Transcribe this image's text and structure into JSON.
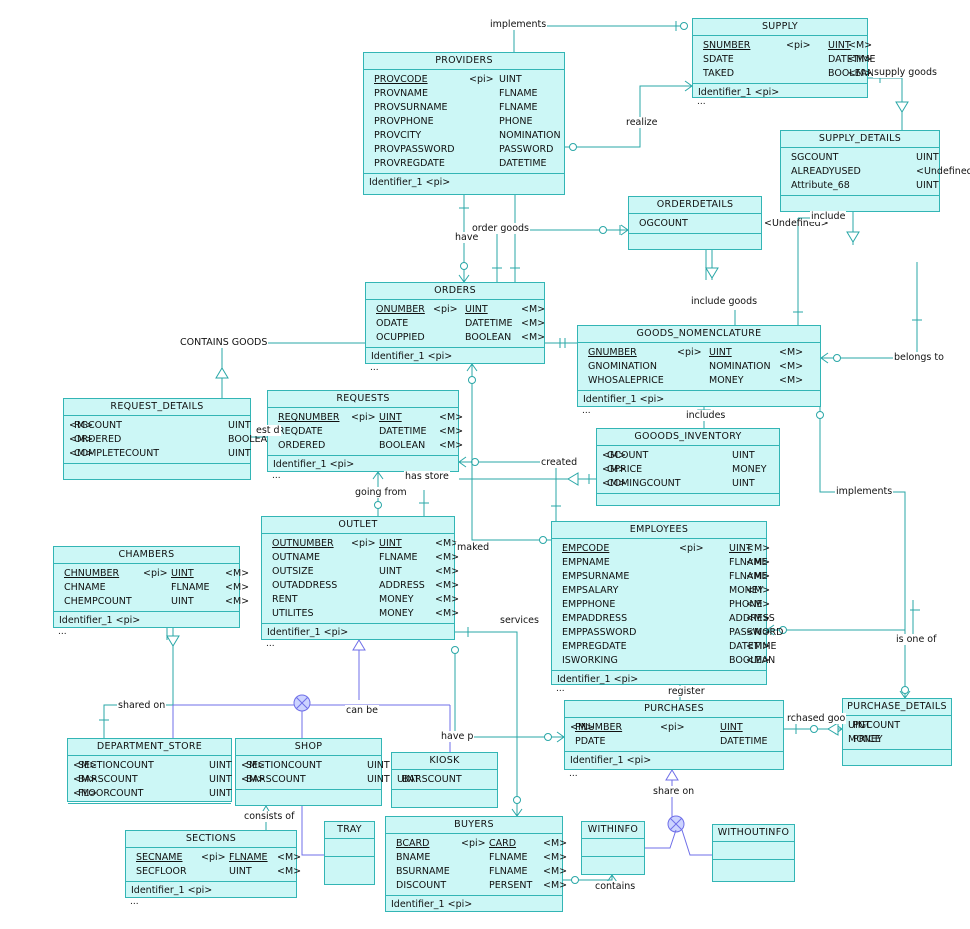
{
  "colors": {
    "entity_fill": "#ccf7f6",
    "entity_border": "#33b5b5",
    "line": "#2aa7a7",
    "inherit": "#6f6fe8"
  },
  "entities": {
    "supply": {
      "title": "SUPPLY",
      "rows": [
        [
          "SNUMBER",
          "<pi>",
          "UINT",
          "<M>"
        ],
        [
          "SDATE",
          "",
          "DATETIME",
          "<M>"
        ],
        [
          "TAKED",
          "",
          "BOOLEAN",
          "<M>"
        ]
      ],
      "identifier": "Identifier_1   <pi>",
      "more": "..."
    },
    "providers": {
      "title": "PROVIDERS",
      "rows": [
        [
          "PROVCODE",
          "<pi>",
          "UINT",
          ""
        ],
        [
          "PROVNAME",
          "",
          "FLNAME",
          ""
        ],
        [
          "PROVSURNAME",
          "",
          "FLNAME",
          ""
        ],
        [
          "PROVPHONE",
          "",
          "PHONE",
          ""
        ],
        [
          "PROVCITY",
          "",
          "NOMINATION",
          ""
        ],
        [
          "PROVPASSWORD",
          "",
          "PASSWORD",
          ""
        ],
        [
          "PROVREGDATE",
          "",
          "DATETIME",
          ""
        ]
      ],
      "identifier": "Identifier_1   <pi>"
    },
    "supply_details": {
      "title": "SUPPLY_DETAILS",
      "rows": [
        [
          "SGCOUNT",
          "",
          "UINT",
          ""
        ],
        [
          "ALREADYUSED",
          "",
          "<Undefined>",
          ""
        ],
        [
          "Attribute_68",
          "",
          "UINT",
          ""
        ]
      ]
    },
    "orderdetails": {
      "title": "ORDERDETAILS",
      "rows": [
        [
          "OGCOUNT",
          "",
          "<Undefined>",
          ""
        ]
      ]
    },
    "orders": {
      "title": "ORDERS",
      "rows": [
        [
          "ONUMBER",
          "<pi>",
          "UINT",
          "<M>"
        ],
        [
          "ODATE",
          "",
          "DATETIME",
          "<M>"
        ],
        [
          "OCUPPIED",
          "",
          "BOOLEAN",
          "<M>"
        ]
      ],
      "identifier": "Identifier_1   <pi>",
      "more": "..."
    },
    "goods_nomenclature": {
      "title": "GOODS_NOMENCLATURE",
      "rows": [
        [
          "GNUMBER",
          "<pi>",
          "UINT",
          "<M>"
        ],
        [
          "GNOMINATION",
          "",
          "NOMINATION",
          "<M>"
        ],
        [
          "WHOSALEPRICE",
          "",
          "MONEY",
          "<M>"
        ]
      ],
      "identifier": "Identifier_1   <pi>",
      "more": "..."
    },
    "request_details": {
      "title": "REQUEST_DETAILS",
      "rows": [
        [
          "RGCOUNT",
          "",
          "UINT",
          "<M>"
        ],
        [
          "ORDERED",
          "",
          "BOOLEAN",
          "<M>"
        ],
        [
          "COMPLETECOUNT",
          "",
          "UINT",
          "<M>"
        ]
      ]
    },
    "requests": {
      "title": "REQUESTS",
      "rows": [
        [
          "REQNUMBER",
          "<pi>",
          "UINT",
          "<M>"
        ],
        [
          "REQDATE",
          "",
          "DATETIME",
          "<M>"
        ],
        [
          "ORDERED",
          "",
          "BOOLEAN",
          "<M>"
        ]
      ],
      "identifier": "Identifier_1   <pi>",
      "more": "..."
    },
    "gooods_inventory": {
      "title": "GOOODS_INVENTORY",
      "rows": [
        [
          "GCOUNT",
          "",
          "UINT",
          "<M>"
        ],
        [
          "GPRICE",
          "",
          "MONEY",
          "<M>"
        ],
        [
          "COMINGCOUNT",
          "",
          "UINT",
          "<M>"
        ]
      ]
    },
    "chambers": {
      "title": "CHAMBERS",
      "rows": [
        [
          "CHNUMBER",
          "<pi>",
          "UINT",
          "<M>"
        ],
        [
          "CHNAME",
          "",
          "FLNAME",
          "<M>"
        ],
        [
          "CHEMPCOUNT",
          "",
          "UINT",
          "<M>"
        ]
      ],
      "identifier": "Identifier_1   <pi>",
      "more": "..."
    },
    "outlet": {
      "title": "OUTLET",
      "rows": [
        [
          "OUTNUMBER",
          "<pi>",
          "UINT",
          "<M>"
        ],
        [
          "OUTNAME",
          "",
          "FLNAME",
          "<M>"
        ],
        [
          "OUTSIZE",
          "",
          "UINT",
          "<M>"
        ],
        [
          "OUTADDRESS",
          "",
          "ADDRESS",
          "<M>"
        ],
        [
          "RENT",
          "",
          "MONEY",
          "<M>"
        ],
        [
          "UTILITES",
          "",
          "MONEY",
          "<M>"
        ]
      ],
      "identifier": "Identifier_1   <pi>",
      "more": "..."
    },
    "employees": {
      "title": "EMPLOYEES",
      "rows": [
        [
          "EMPCODE",
          "<pi>",
          "UINT",
          "<M>"
        ],
        [
          "EMPNAME",
          "",
          "FLNAME",
          "<M>"
        ],
        [
          "EMPSURNAME",
          "",
          "FLNAME",
          "<M>"
        ],
        [
          "EMPSALARY",
          "",
          "MONEY",
          "<M>"
        ],
        [
          "EMPPHONE",
          "",
          "PHONE",
          "<M>"
        ],
        [
          "EMPADDRESS",
          "",
          "ADDRESS",
          "<M>"
        ],
        [
          "EMPPASSWORD",
          "",
          "PASSWORD",
          "<M>"
        ],
        [
          "EMPREGDATE",
          "",
          "DATETIME",
          "<M>"
        ],
        [
          "ISWORKING",
          "",
          "BOOLEAN",
          "<M>"
        ]
      ],
      "identifier": "Identifier_1   <pi>",
      "more": "..."
    },
    "department_store": {
      "title": "DEPARTMENT_STORE",
      "rows": [
        [
          "SECTIONCOUNT",
          "",
          "UINT",
          "<M>"
        ],
        [
          "BARSCOUNT",
          "",
          "UINT",
          "<M>"
        ],
        [
          "FLOORCOUNT",
          "",
          "UINT",
          "<M>"
        ]
      ]
    },
    "shop": {
      "title": "SHOP",
      "rows": [
        [
          "SECTIONCOUNT",
          "",
          "UINT",
          "<M>"
        ],
        [
          "BARSCOUNT",
          "",
          "UINT",
          "<M>"
        ]
      ]
    },
    "kiosk": {
      "title": "KIOSK",
      "rows": [
        [
          "BARSCOUNT",
          "",
          "UINT",
          ""
        ]
      ]
    },
    "purchases": {
      "title": "PURCHASES",
      "rows": [
        [
          "PNUMBER",
          "<pi>",
          "UINT",
          "<M>"
        ],
        [
          "PDATE",
          "",
          "DATETIME",
          ""
        ]
      ],
      "identifier": "Identifier_1   <pi>",
      "more": "..."
    },
    "purchase_details": {
      "title": "PURCHASE_DETAILS",
      "rows": [
        [
          "PGCOUNT",
          "",
          "UINT",
          ""
        ],
        [
          "PRICE",
          "",
          "MONEY",
          ""
        ]
      ]
    },
    "sections": {
      "title": "SECTIONS",
      "rows": [
        [
          "SECNAME",
          "<pi>",
          "FLNAME",
          "<M>"
        ],
        [
          "SECFLOOR",
          "",
          "UINT",
          "<M>"
        ]
      ],
      "identifier": "Identifier_1   <pi>",
      "more": "..."
    },
    "tray": {
      "title": "TRAY",
      "rows": []
    },
    "buyers": {
      "title": "BUYERS",
      "rows": [
        [
          "BCARD",
          "<pi>",
          "CARD",
          "<M>"
        ],
        [
          "BNAME",
          "",
          "FLNAME",
          "<M>"
        ],
        [
          "BSURNAME",
          "",
          "FLNAME",
          "<M>"
        ],
        [
          "DISCOUNT",
          "",
          "PERSENT",
          "<M>"
        ]
      ],
      "identifier": "Identifier_1   <pi>"
    },
    "withinfo": {
      "title": "WITHINFO",
      "rows": []
    },
    "withoutinfo": {
      "title": "WITHOUTINFO",
      "rows": []
    }
  },
  "relationship_labels": {
    "implements_top": "implements",
    "supply_goods": "supply goods",
    "realize": "realize",
    "include": "include",
    "order_goods": "order goods",
    "have": "have",
    "include_goods": "include goods",
    "contains_goods": "CONTAINS GOODS",
    "belongs_to": "belongs to",
    "includes": "includes",
    "request_stub": "est d",
    "created": "created",
    "has_store": "has store",
    "going_from": "going from",
    "implements_mid": "implements",
    "maked": "maked",
    "services": "services",
    "is_one_of": "is one of",
    "shared_on": "shared on",
    "can_be": "can be",
    "have_p": "have p",
    "register": "register",
    "purchased_goo": "rchased goo",
    "consists_of": "consists of",
    "share_on": "share on",
    "contains": "contains"
  }
}
